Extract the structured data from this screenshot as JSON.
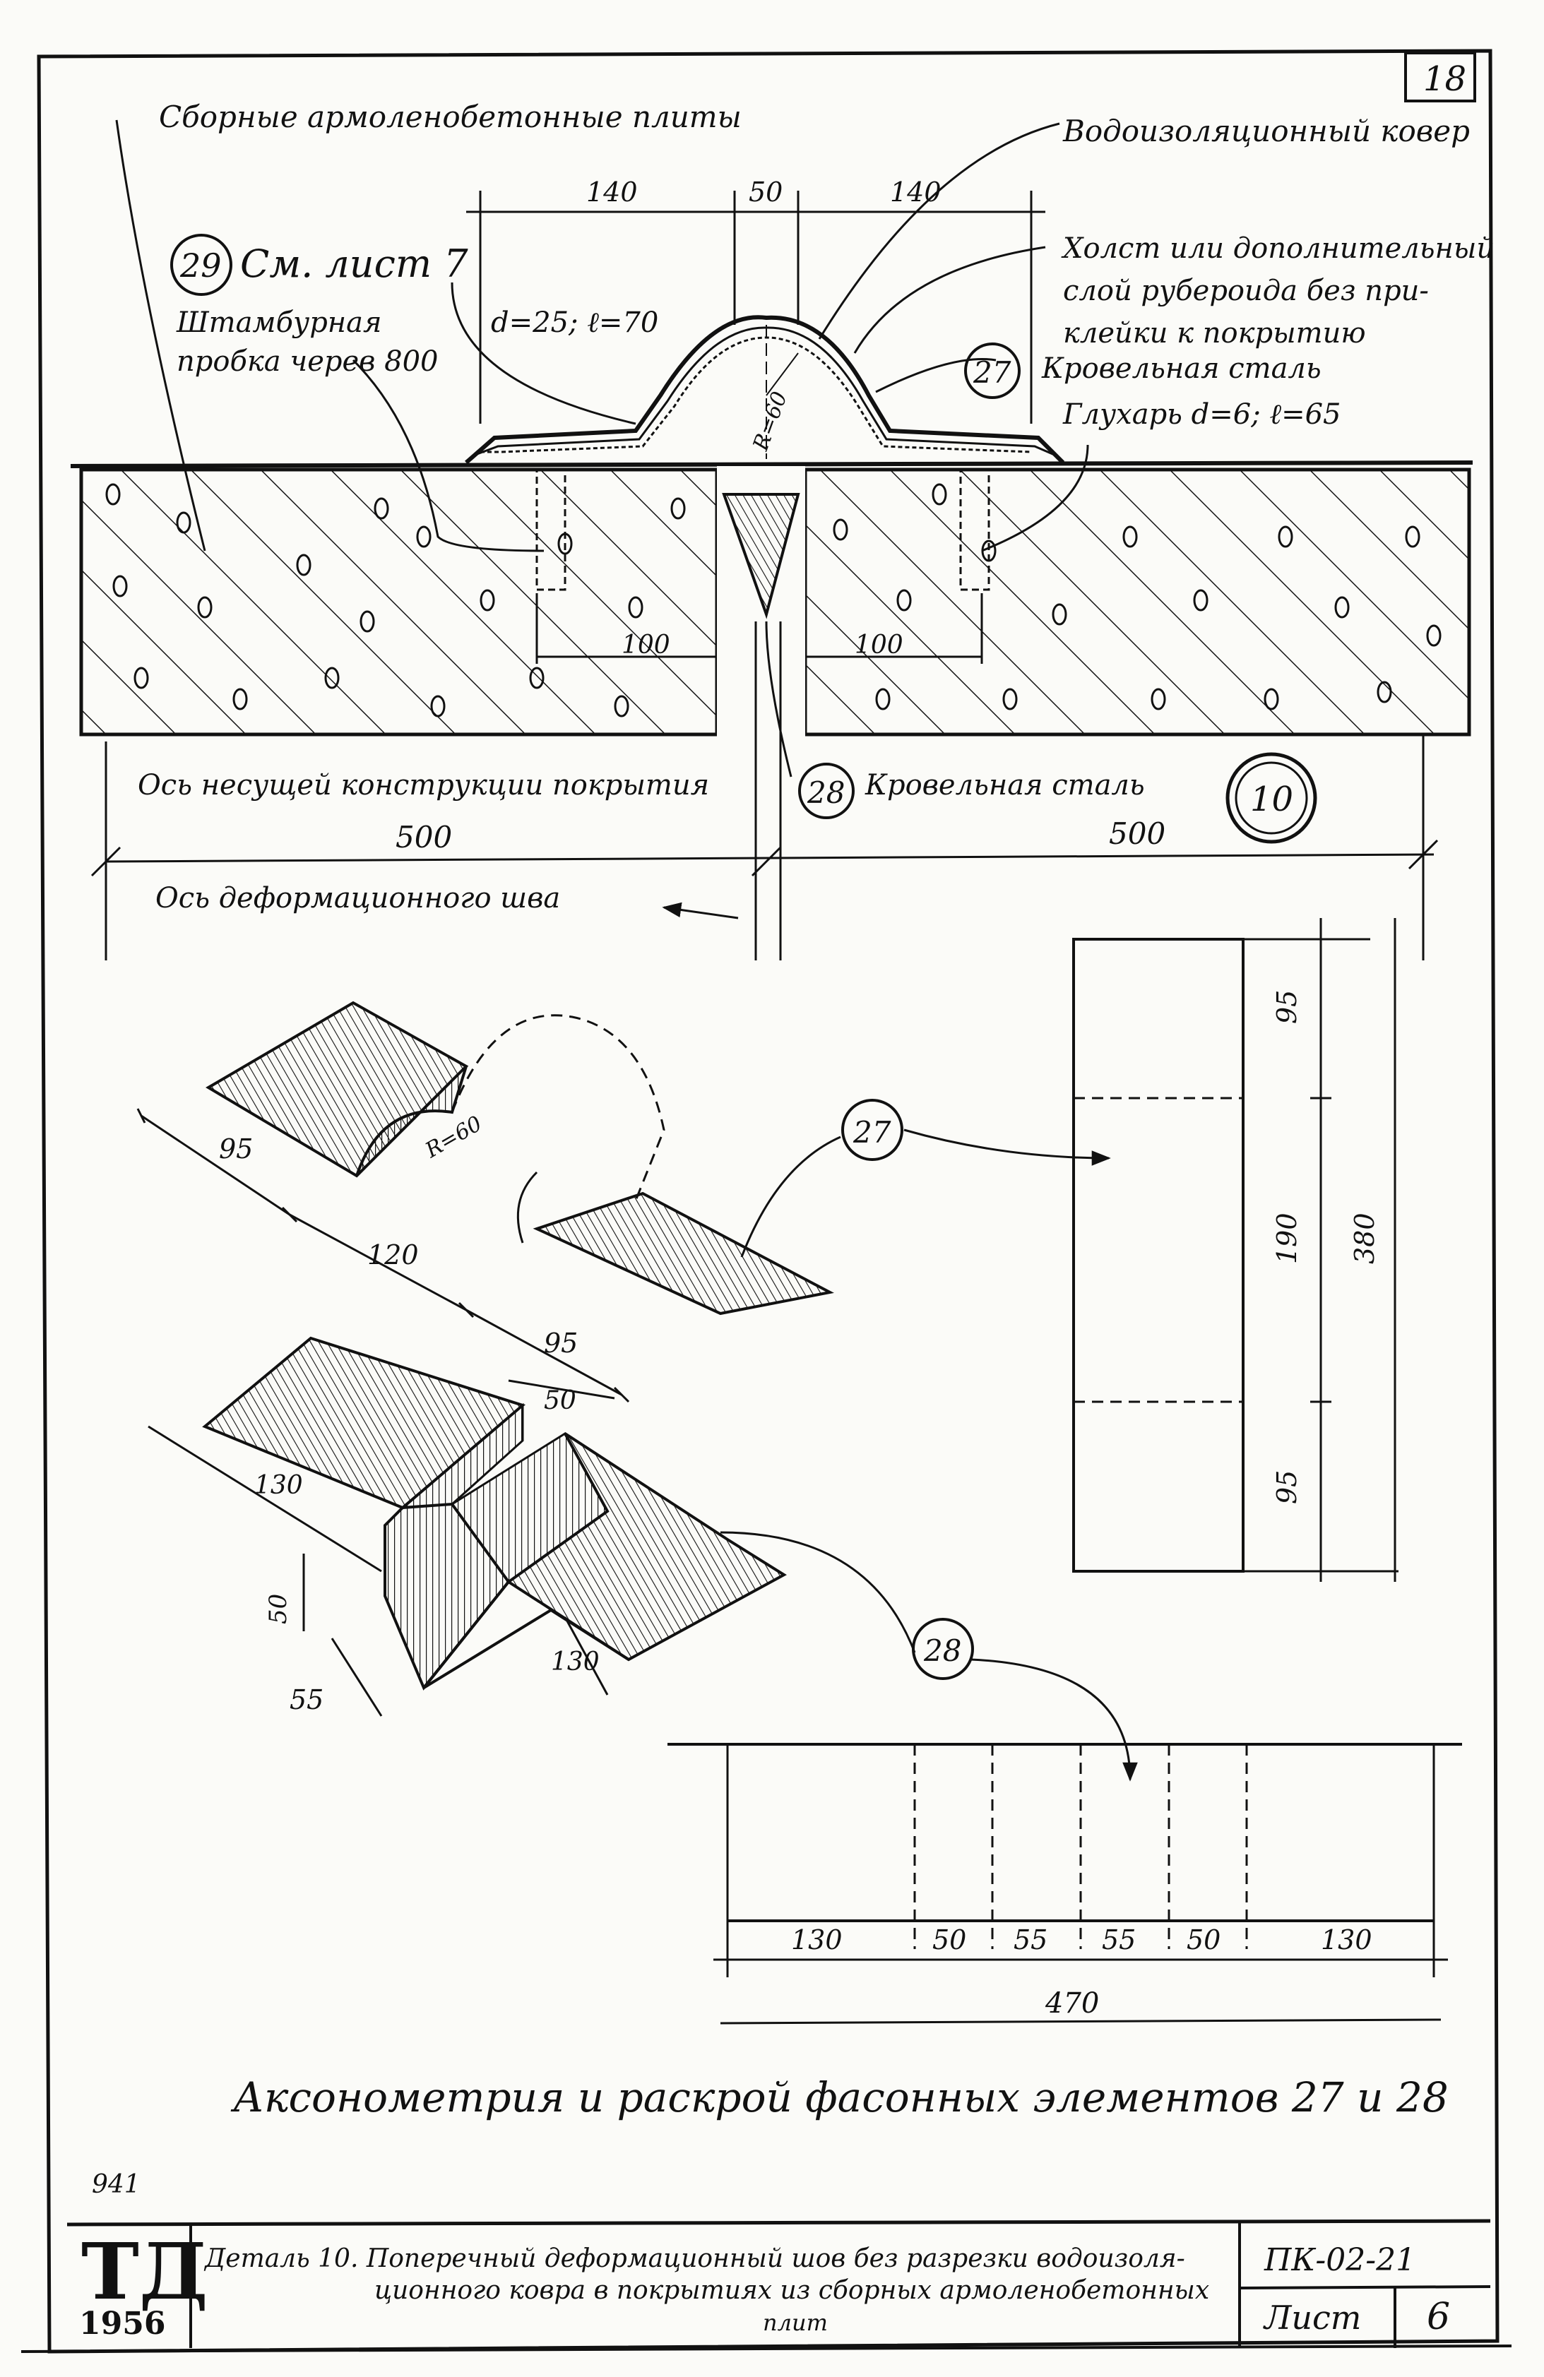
{
  "sheet_number": "18",
  "labels": {
    "precast_slabs": "Сборные армоленобетонные плиты",
    "waterproof_carpet": "Водоизоляционный ковер",
    "ref_29": "29",
    "see_sheet": "См. лист 7",
    "dowel_plug_1": "Штамбурная",
    "dowel_plug_2": "пробка черев 800",
    "d_spec": "d=25; ℓ=70",
    "canvas_1": "Холст или дополнительный",
    "canvas_2": "слой рубероида без при-",
    "canvas_3": "клейки к покрытию",
    "ref_27": "27",
    "roof_steel_27": "Кровельная сталь",
    "nail": "Глухарь d=6; ℓ=65",
    "radius": "R=60",
    "axis_bearing": "Ось несущей конструкции покрытия",
    "ref_28": "28",
    "roof_steel_28": "Кровельная сталь",
    "detail_no": "10",
    "axis_joint": "Ось деформационного шва",
    "axonometry_title": "Аксонометрия и раскрой фасонных элементов 27 и 28",
    "note_941": "941"
  },
  "dimensions": {
    "top_140_left": "140",
    "top_50": "50",
    "top_140_right": "140",
    "dim_100_left": "100",
    "dim_100_right": "100",
    "span_500_left": "500",
    "span_500_right": "500",
    "iso27_95_a": "95",
    "iso27_120": "120",
    "iso27_95_b": "95",
    "iso27_r60": "R=60",
    "iso28_50": "50",
    "iso28_130_a": "130",
    "iso28_50_side": "50",
    "iso28_130_b": "130",
    "iso28_55": "55",
    "cut27_95_top": "95",
    "cut27_190": "190",
    "cut27_95_bot": "95",
    "cut27_380": "380",
    "cut28_130_a": "130",
    "cut28_50_a": "50",
    "cut28_55_a": "55",
    "cut28_55_b": "55",
    "cut28_50_b": "50",
    "cut28_130_b": "130",
    "cut28_total": "470"
  },
  "title_block": {
    "logo": "ТД",
    "year": "1956",
    "title_line1": "Деталь 10. Поперечный деформационный шов без разрезки водоизоля-",
    "title_line2": "ционного ковра в покрытиях из сборных армоленобетонных",
    "title_line3": "плит",
    "code": "ПК-02-21",
    "sheet_label": "Лист",
    "sheet_no": "6"
  },
  "colors": {
    "ink": "#111111",
    "paper": "#fbfbf8"
  }
}
